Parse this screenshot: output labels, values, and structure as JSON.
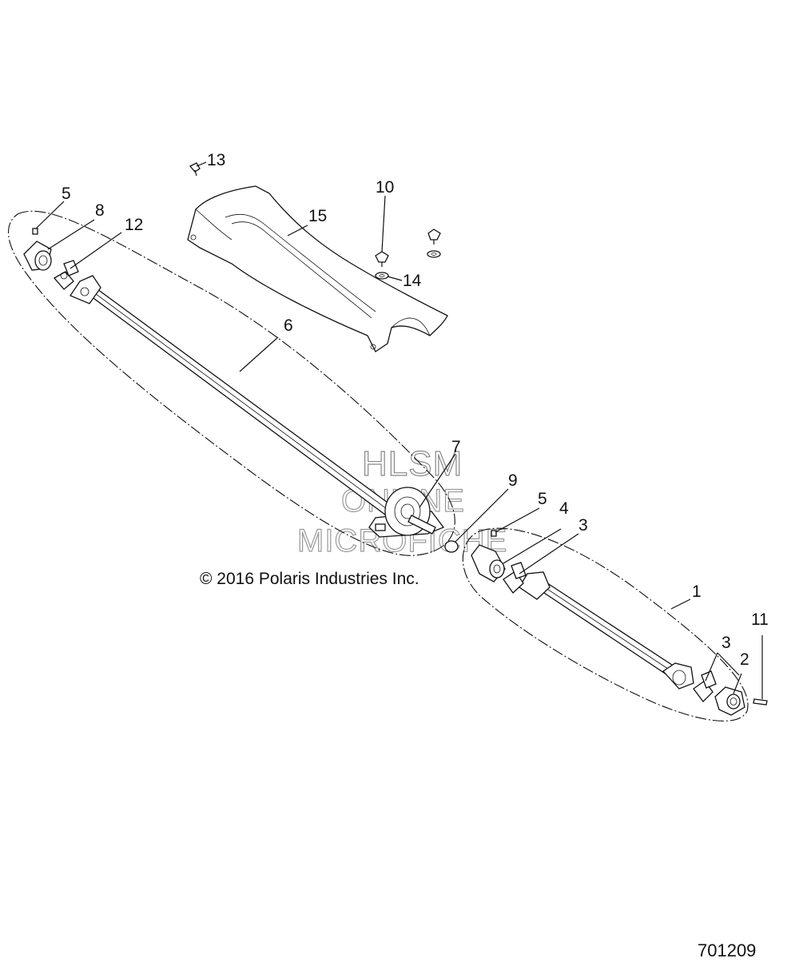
{
  "callouts": [
    {
      "id": "c1",
      "label": "1"
    },
    {
      "id": "c2",
      "label": "2"
    },
    {
      "id": "c3a",
      "label": "3"
    },
    {
      "id": "c3b",
      "label": "3"
    },
    {
      "id": "c4",
      "label": "4"
    },
    {
      "id": "c5a",
      "label": "5"
    },
    {
      "id": "c5b",
      "label": "5"
    },
    {
      "id": "c6",
      "label": "6"
    },
    {
      "id": "c7",
      "label": "7"
    },
    {
      "id": "c8",
      "label": "8"
    },
    {
      "id": "c9",
      "label": "9"
    },
    {
      "id": "c10",
      "label": "10"
    },
    {
      "id": "c11",
      "label": "11"
    },
    {
      "id": "c12",
      "label": "12"
    },
    {
      "id": "c13",
      "label": "13"
    },
    {
      "id": "c14",
      "label": "14"
    },
    {
      "id": "c15",
      "label": "15"
    }
  ],
  "copyright": "© 2016 Polaris Industries Inc.",
  "document_number": "701209",
  "watermark": {
    "line1": "HLSM",
    "line2": "ONLINE",
    "line3": "MICROFICHE"
  }
}
